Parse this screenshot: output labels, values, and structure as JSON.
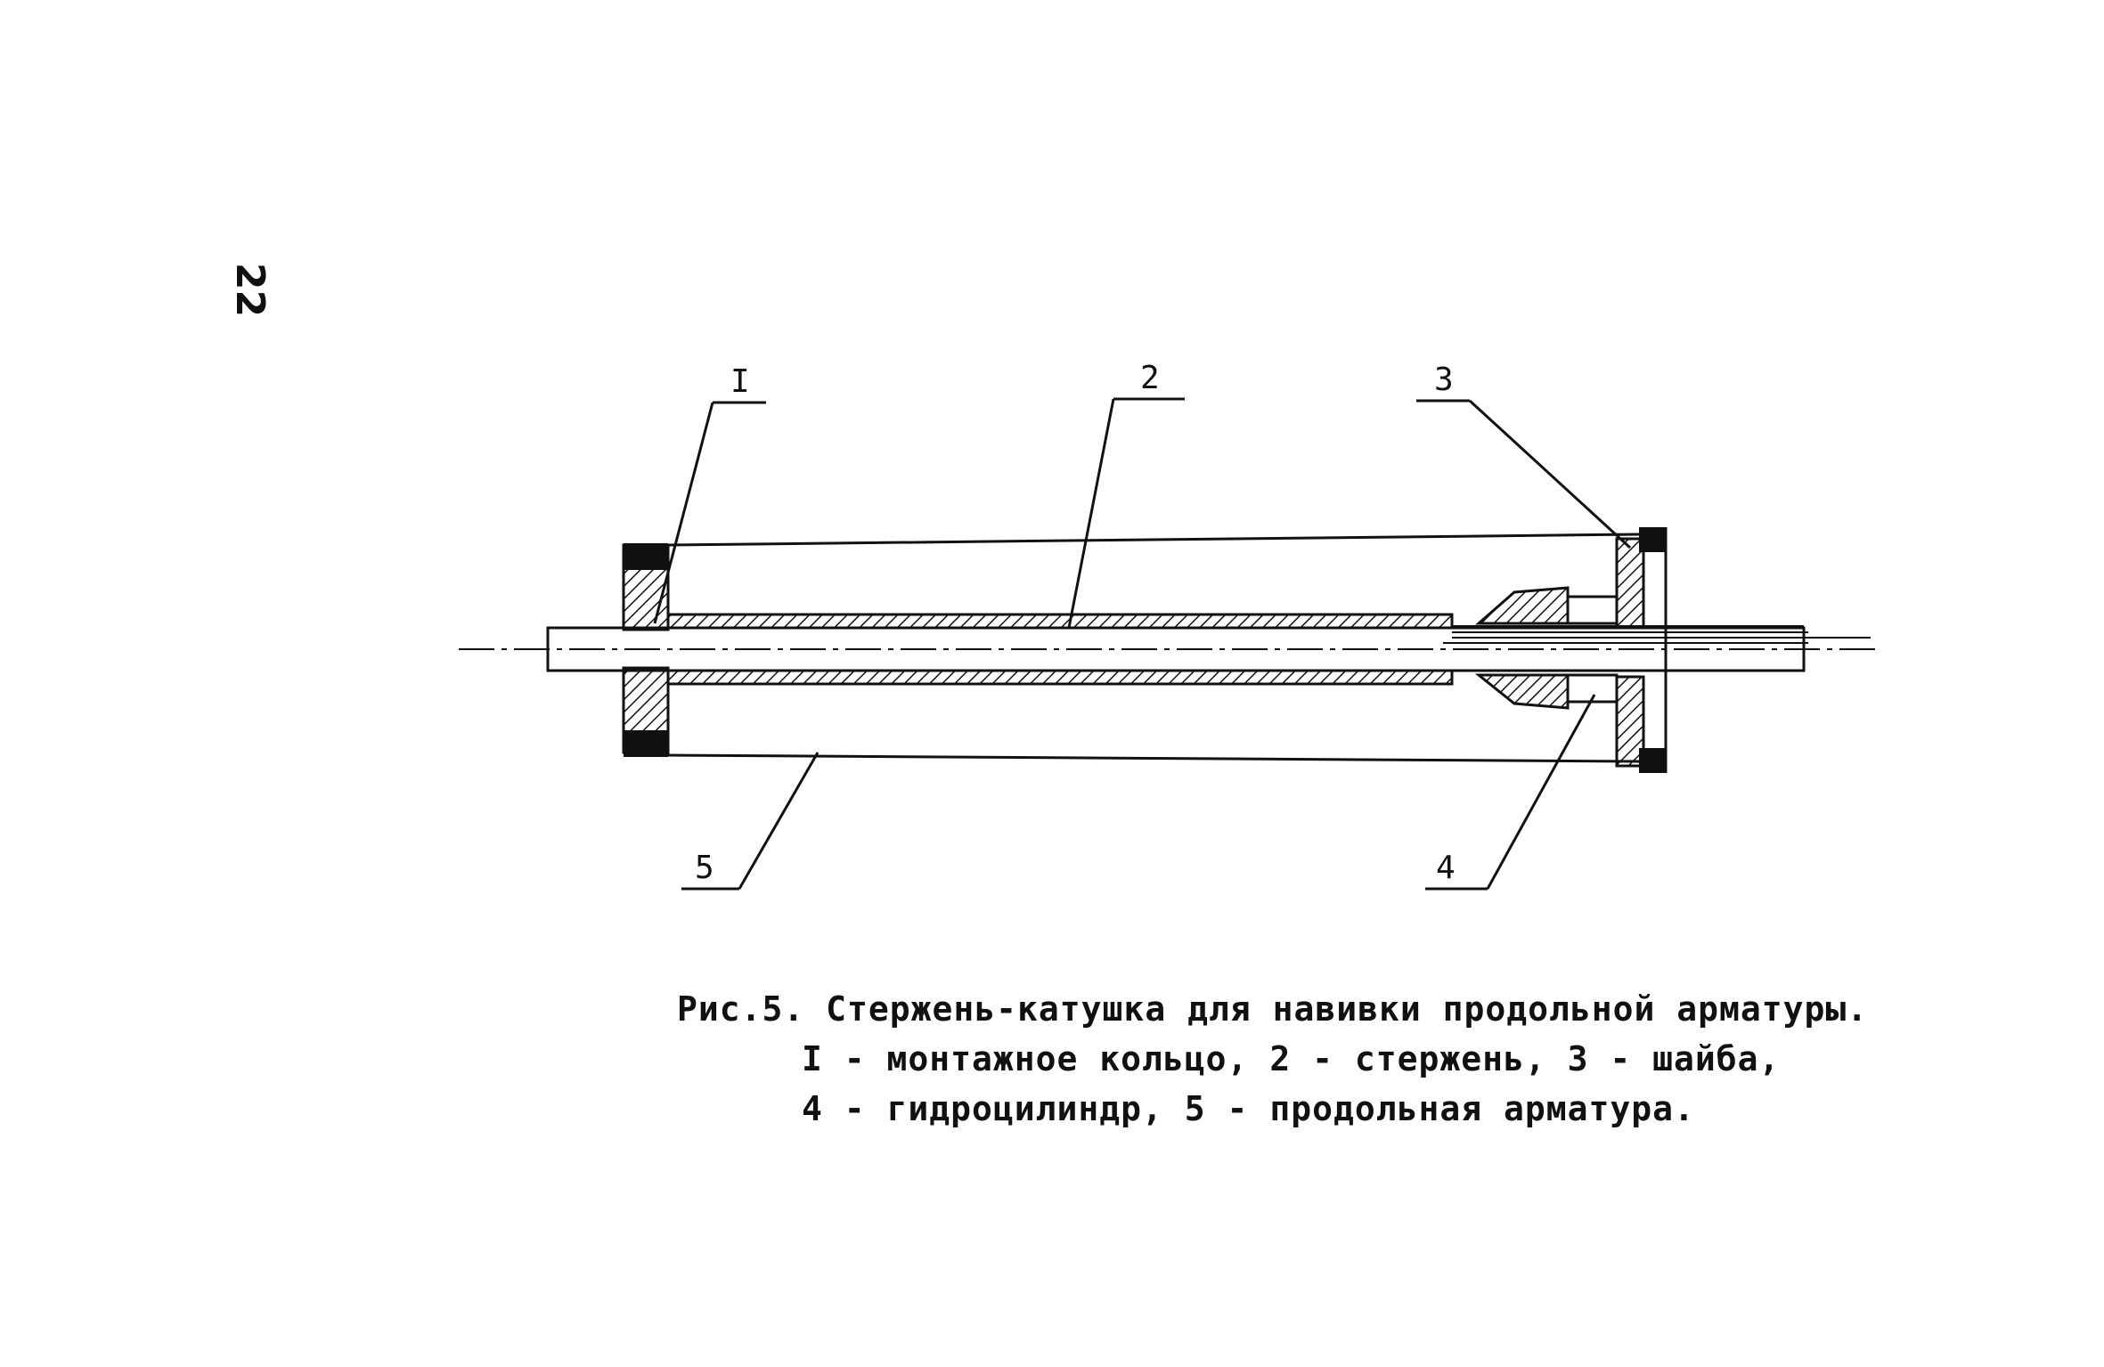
{
  "page_number": "22",
  "callouts": {
    "c1": "I",
    "c2": "2",
    "c3": "3",
    "c4": "4",
    "c5": "5"
  },
  "caption": {
    "title": "Рис.5. Стержень-катушка для навивки продольной арматуры.",
    "line2": "I - монтажное кольцо, 2 - стержень, 3 - шайба,",
    "line3": "4 - гидроцилиндр, 5 - продольная арматура."
  },
  "colors": {
    "ink": "#111111",
    "paper": "#ffffff"
  }
}
